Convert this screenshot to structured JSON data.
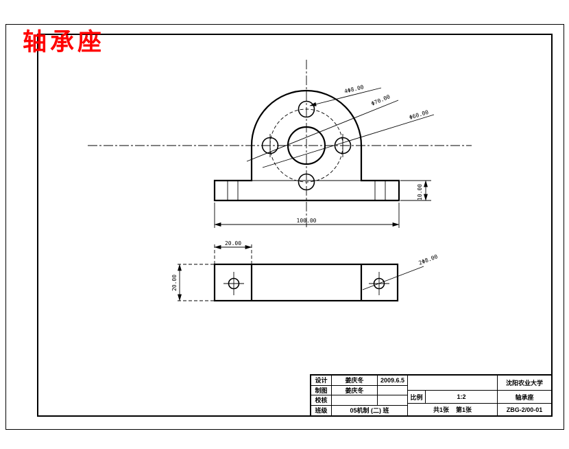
{
  "page": {
    "background": "#ffffff",
    "line_color": "#000000"
  },
  "title": {
    "text": "轴承座",
    "color": "#ff0000"
  },
  "dimensions": {
    "front": {
      "holes_label": "4Φ8.00",
      "bolt_circle_dia": "Φ70.00",
      "body_dia": "Φ60.00",
      "base_width": "100.00",
      "base_thickness": "10.00"
    },
    "plan": {
      "pad_width": "20.00",
      "plate_depth": "20.00",
      "holes_label": "2Φ8.00"
    }
  },
  "title_block": {
    "rows": [
      {
        "label": "设计",
        "name": "姜庆冬",
        "date": "2009.6.5"
      },
      {
        "label": "制图",
        "name": "姜庆冬",
        "date": ""
      },
      {
        "label": "校核",
        "name": "",
        "date": ""
      },
      {
        "label": "班级",
        "name": "05机制 (二) 班",
        "date": ""
      }
    ],
    "scale_label": "比例",
    "scale_value": "1:2",
    "sheets": "共1张    第1张",
    "university": "沈阳农业大学",
    "part_name": "轴承座",
    "drawing_no": "ZBG-2/00-01"
  }
}
